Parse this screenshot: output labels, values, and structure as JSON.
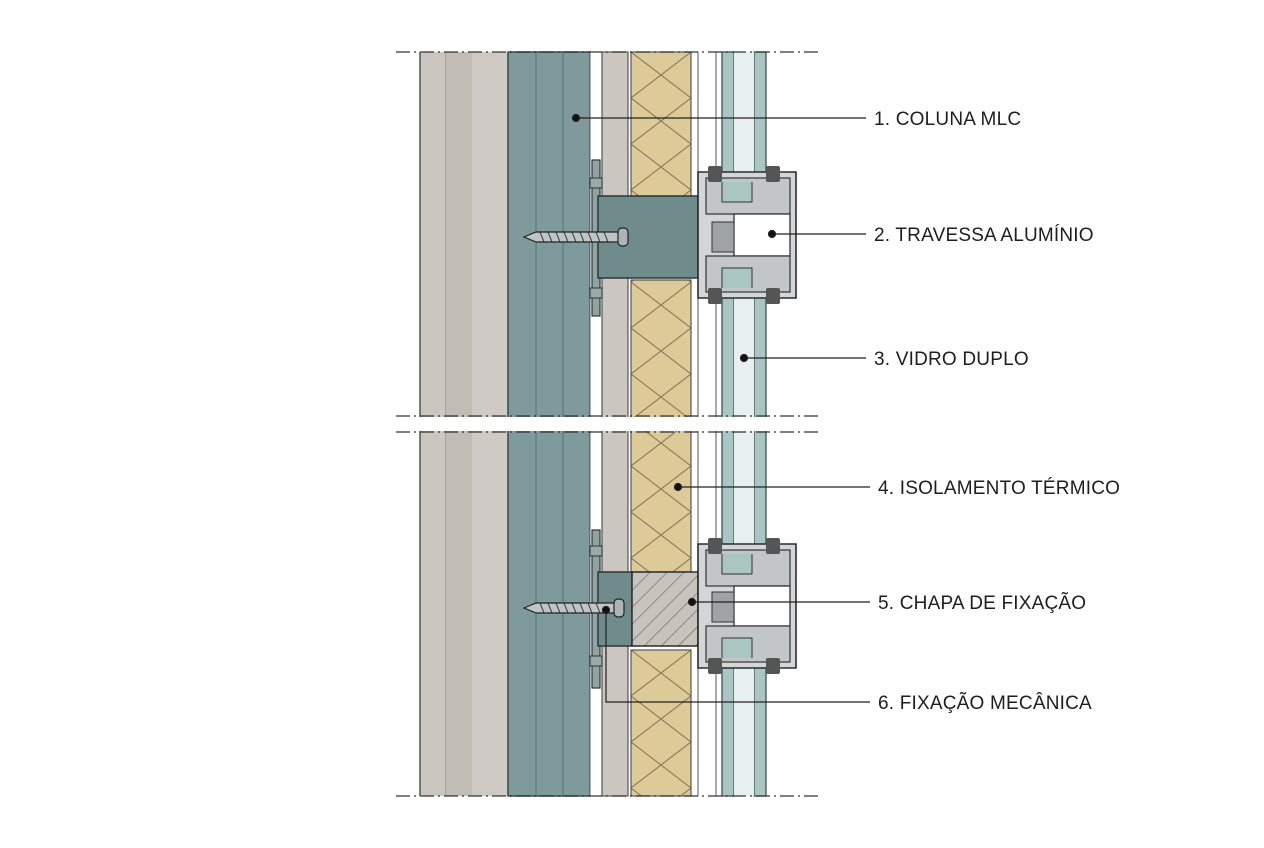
{
  "labels": [
    {
      "number": "1.",
      "text": "COLUNA MLC",
      "full": "1. COLUNA MLC"
    },
    {
      "number": "2.",
      "text": "TRAVESSA ALUMÍNIO",
      "full": "2. TRAVESSA ALUMÍNIO"
    },
    {
      "number": "3.",
      "text": "VIDRO DUPLO",
      "full": "3. VIDRO DUPLO"
    },
    {
      "number": "4.",
      "text": "ISOLAMENTO TÉRMICO",
      "full": "4. ISOLAMENTO TÉRMICO"
    },
    {
      "number": "5.",
      "text": "CHAPA DE FIXAÇÃO",
      "full": "5. CHAPA DE FIXAÇÃO"
    },
    {
      "number": "6.",
      "text": "FIXAÇÃO MECÂNICA",
      "full": "6. FIXAÇÃO MECÂNICA"
    }
  ],
  "colors": {
    "wall_gray": "#c9c4bd",
    "timber_column": "#7e9a9c",
    "plate": "#6f8b8b",
    "insulation": "#dccb98",
    "glass": "#a9c6c2",
    "aluminium": "#b9bcbc",
    "line": "#2a2a2a"
  }
}
